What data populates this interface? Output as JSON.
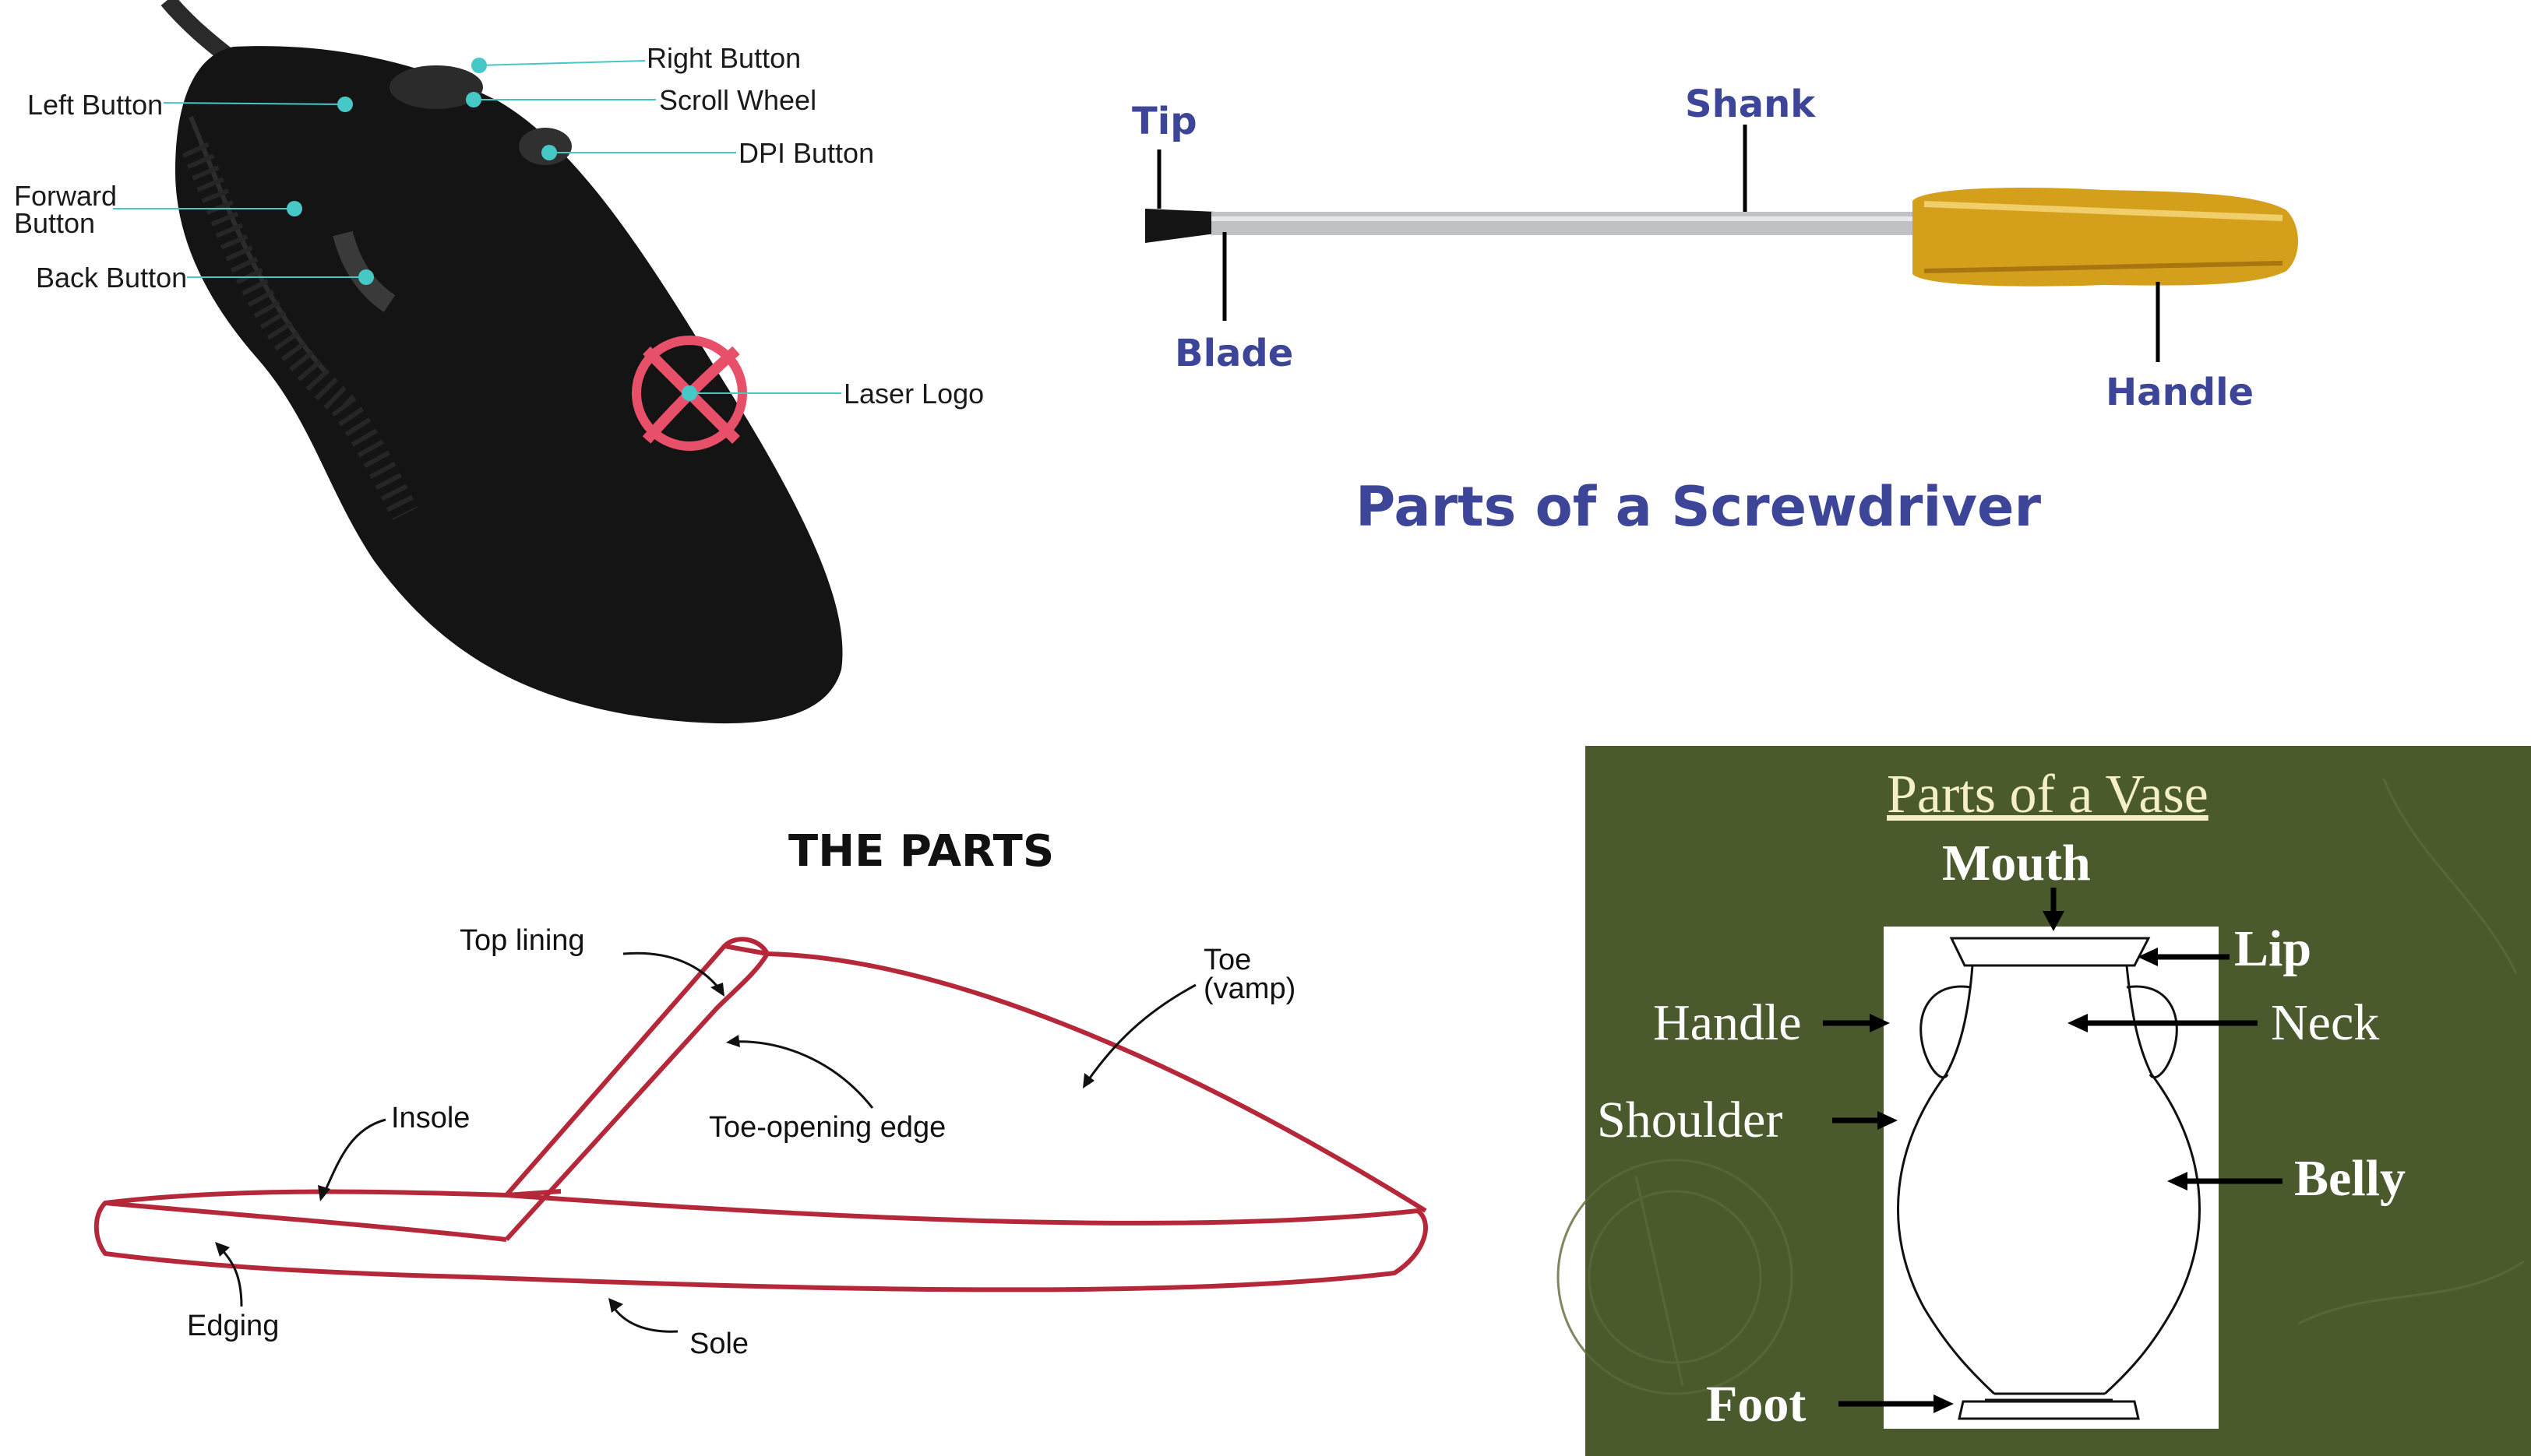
{
  "mouse": {
    "labels": {
      "right_button": "Right Button",
      "scroll_wheel": "Scroll Wheel",
      "left_button": "Left Button",
      "dpi_button": "DPI Button",
      "forward_button_l1": "Forward",
      "forward_button_l2": "Button",
      "back_button": "Back Button",
      "laser_logo": "Laser Logo"
    },
    "colors": {
      "body": "#141414",
      "marker": "#45c8c6",
      "logo": "#e8506a"
    }
  },
  "screwdriver": {
    "title": "Parts of a Screwdriver",
    "labels": {
      "tip": "Tip",
      "shank": "Shank",
      "blade": "Blade",
      "handle": "Handle"
    },
    "colors": {
      "text": "#3d4598",
      "handle": "#d4a01c",
      "shank": "#bfc2c4"
    }
  },
  "slipper": {
    "title": "THE PARTS",
    "labels": {
      "top_lining": "Top lining",
      "toe_l1": "Toe",
      "toe_l2": "(vamp)",
      "insole": "Insole",
      "toe_opening_edge": "Toe-opening edge",
      "edging": "Edging",
      "sole": "Sole"
    },
    "colors": {
      "outline": "#b5283a"
    }
  },
  "vase": {
    "title": "Parts of a Vase",
    "labels": {
      "mouth": "Mouth",
      "lip": "Lip",
      "handle": "Handle",
      "neck": "Neck",
      "shoulder": "Shoulder",
      "belly": "Belly",
      "foot": "Foot"
    },
    "colors": {
      "background": "#4b5a2c",
      "text": "#ffffff"
    }
  }
}
